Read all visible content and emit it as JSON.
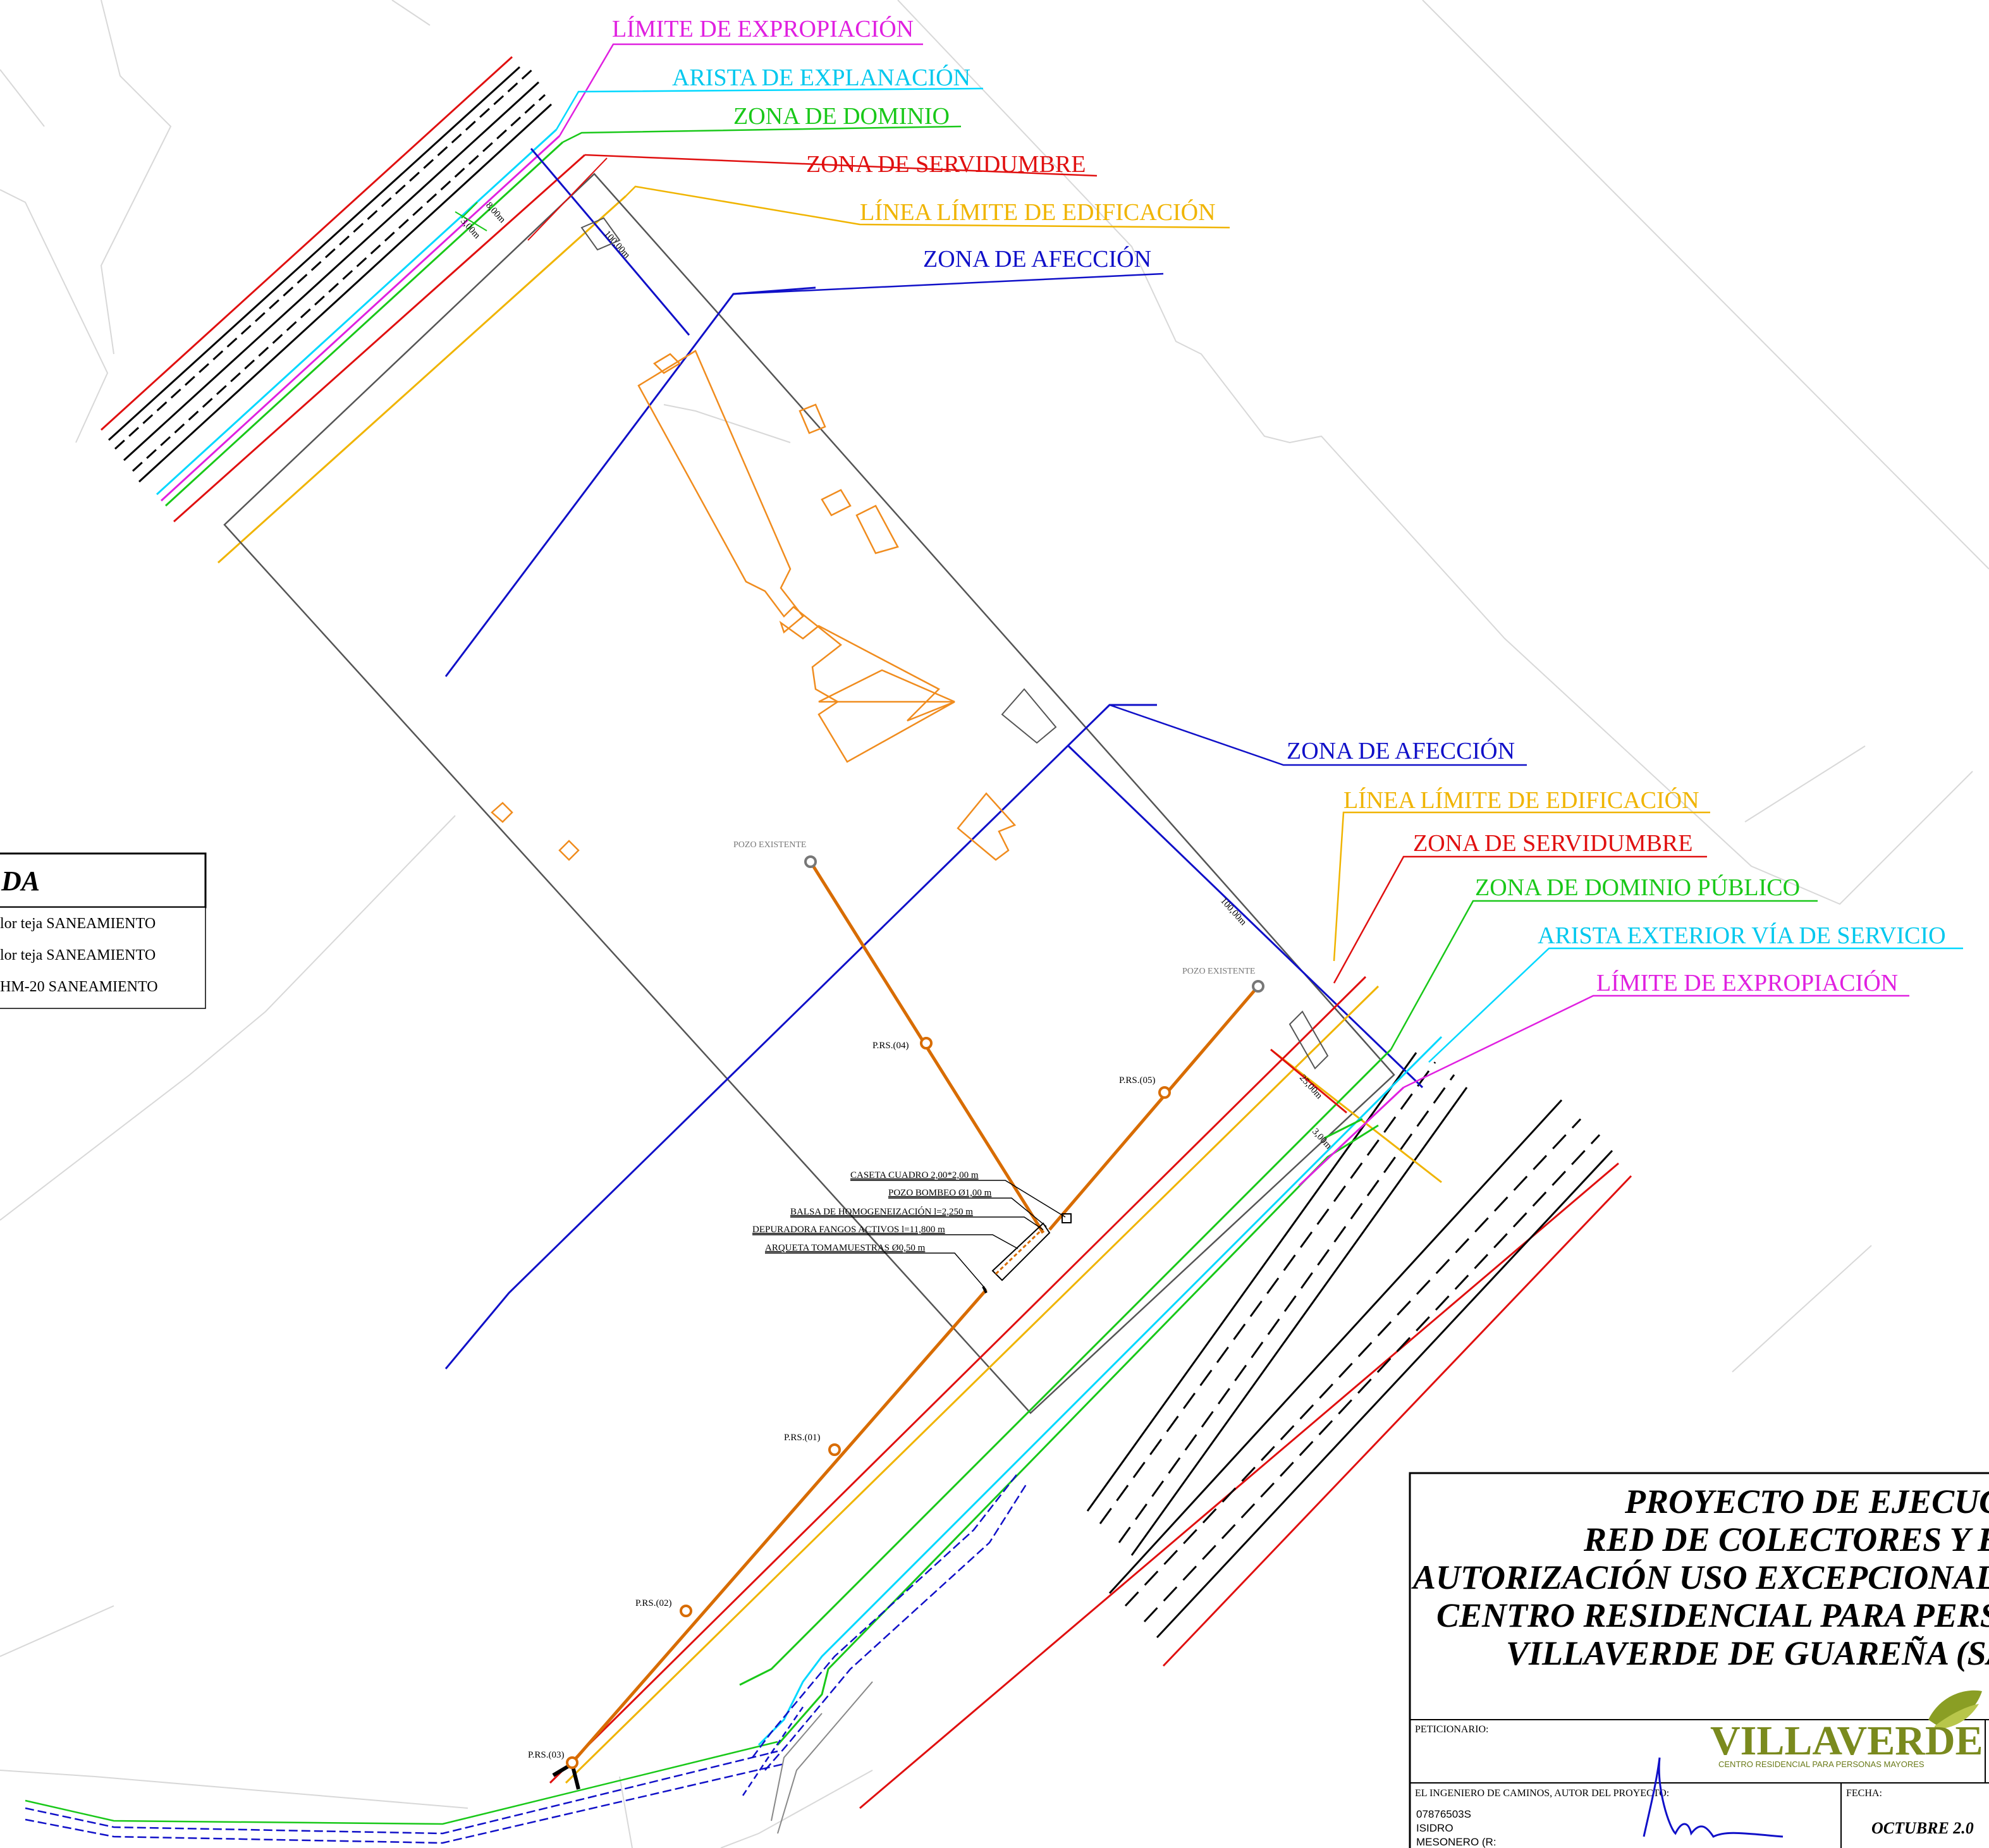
{
  "labels": {
    "top_expropiacion": "LÍMITE DE EXPROPIACIÓN",
    "top_arista": "ARISTA DE EXPLANACIÓN",
    "top_dominio": "ZONA DE DOMINIO",
    "top_servidumbre": "ZONA DE SERVIDUMBRE",
    "top_edificacion": "LÍNEA LÍMITE DE EDIFICACIÓN",
    "top_afeccion": "ZONA DE AFECCIÓN",
    "right_afeccion": "ZONA DE AFECCIÓN",
    "right_edificacion": "LÍNEA LÍMITE DE EDIFICACIÓN",
    "right_servidumbre": "ZONA DE SERVIDUMBRE",
    "right_dominio_publico": "ZONA DE DOMINIO PÚBLICO",
    "right_arista_servicio": "ARISTA EXTERIOR VÍA DE SERVICIO",
    "right_expropiacion": "LÍMITE DE EXPROPIACIÓN"
  },
  "wells": {
    "existing_1": "POZO EXISTENTE",
    "existing_2": "POZO EXISTENTE",
    "prs01": "P.RS.(01)",
    "prs02": "P.RS.(02)",
    "prs03": "P.RS.(03)",
    "prs04": "P.RS.(04)",
    "prs05": "P.RS.(05)"
  },
  "callouts": [
    "CASETA CUADRO 2,00*2,00 m",
    "POZO BOMBEO Ø1,00 m",
    "BALSA DE HOMOGENEIZACIÓN l=2,250 m",
    "DEPURADORA FANGOS ACTIVOS l=11,800 m",
    "ARQUETA TOMAMUESTRAS Ø0,50 m"
  ],
  "dims": {
    "d100_top": "100,00m",
    "d100_right": "100,00m",
    "d25": "25,00m",
    "d3_top": "3,00m",
    "d3_right": "3,00m",
    "d8": "8,00m"
  },
  "legend": {
    "title": "DA",
    "rows": [
      "lor teja SANEAMIENTO",
      "lor teja SANEAMIENTO",
      "HM-20 SANEAMIENTO"
    ]
  },
  "title_block": {
    "title_lines": [
      "PROYECTO DE EJECUC",
      "RED DE COLECTORES Y E",
      "AUTORIZACIÓN USO EXCEPCIONAL",
      "CENTRO RESIDENCIAL PARA PERS",
      "VILLAVERDE DE GUAREÑA (SA"
    ],
    "peticionario_label": "PETICIONARIO:",
    "logo_text": "VILLAVERDE",
    "logo_subtitle": "CENTRO RESIDENCIAL PARA PERSONAS MAYORES",
    "engineer_label": "EL INGENIERO DE CAMINOS, AUTOR DEL PROYECTO:",
    "engineer_id_lines": [
      "07876503S",
      "ISIDRO",
      "MESONERO (R:"
    ],
    "fecha_label": "FECHA:",
    "fecha_value": "OCTUBRE 2.0"
  },
  "colors": {
    "expropiacion": "#e020e0",
    "arista": "#00d8ff",
    "dominio": "#19c819",
    "servidumbre": "#e01010",
    "edificacion": "#f0b400",
    "afeccion": "#1010c8",
    "collector": "#d86c00",
    "building": "#f08c1e"
  }
}
